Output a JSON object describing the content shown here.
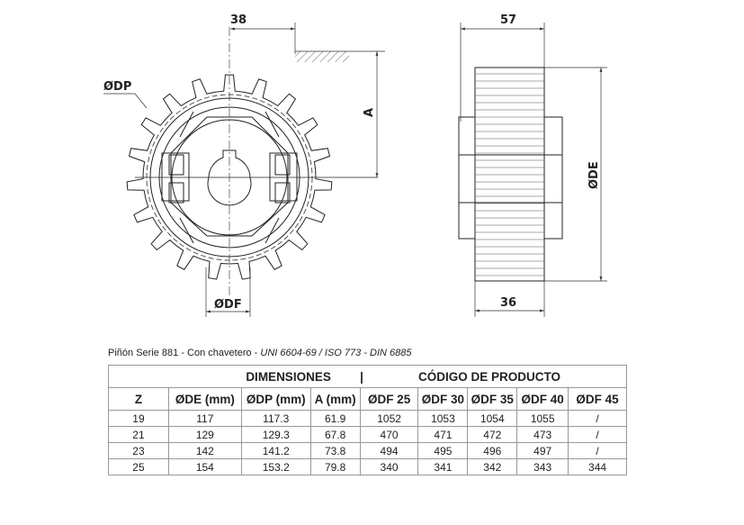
{
  "drawing": {
    "dim_38": "38",
    "dim_57": "57",
    "dim_36": "36",
    "label_dp": "ØDP",
    "label_df": "ØDF",
    "label_a": "A",
    "label_de": "ØDE"
  },
  "caption": {
    "plain": "Piñón Serie 881 - Con chavetero - ",
    "italic": "UNI 6604-69 / ISO 773 - DIN 6885"
  },
  "table": {
    "group_dimensions": "DIMENSIONES",
    "separator": "|",
    "group_codes": "CÓDIGO DE PRODUCTO",
    "headers": [
      "Z",
      "ØDE (mm)",
      "ØDP (mm)",
      "A (mm)",
      "ØDF 25",
      "ØDF 30",
      "ØDF 35",
      "ØDF 40",
      "ØDF 45"
    ],
    "rows": [
      [
        "19",
        "117",
        "117.3",
        "61.9",
        "1052",
        "1053",
        "1054",
        "1055",
        "/"
      ],
      [
        "21",
        "129",
        "129.3",
        "67.8",
        "470",
        "471",
        "472",
        "473",
        "/"
      ],
      [
        "23",
        "142",
        "141.2",
        "73.8",
        "494",
        "495",
        "496",
        "497",
        "/"
      ],
      [
        "25",
        "154",
        "153.2",
        "79.8",
        "340",
        "341",
        "342",
        "343",
        "344"
      ]
    ]
  }
}
